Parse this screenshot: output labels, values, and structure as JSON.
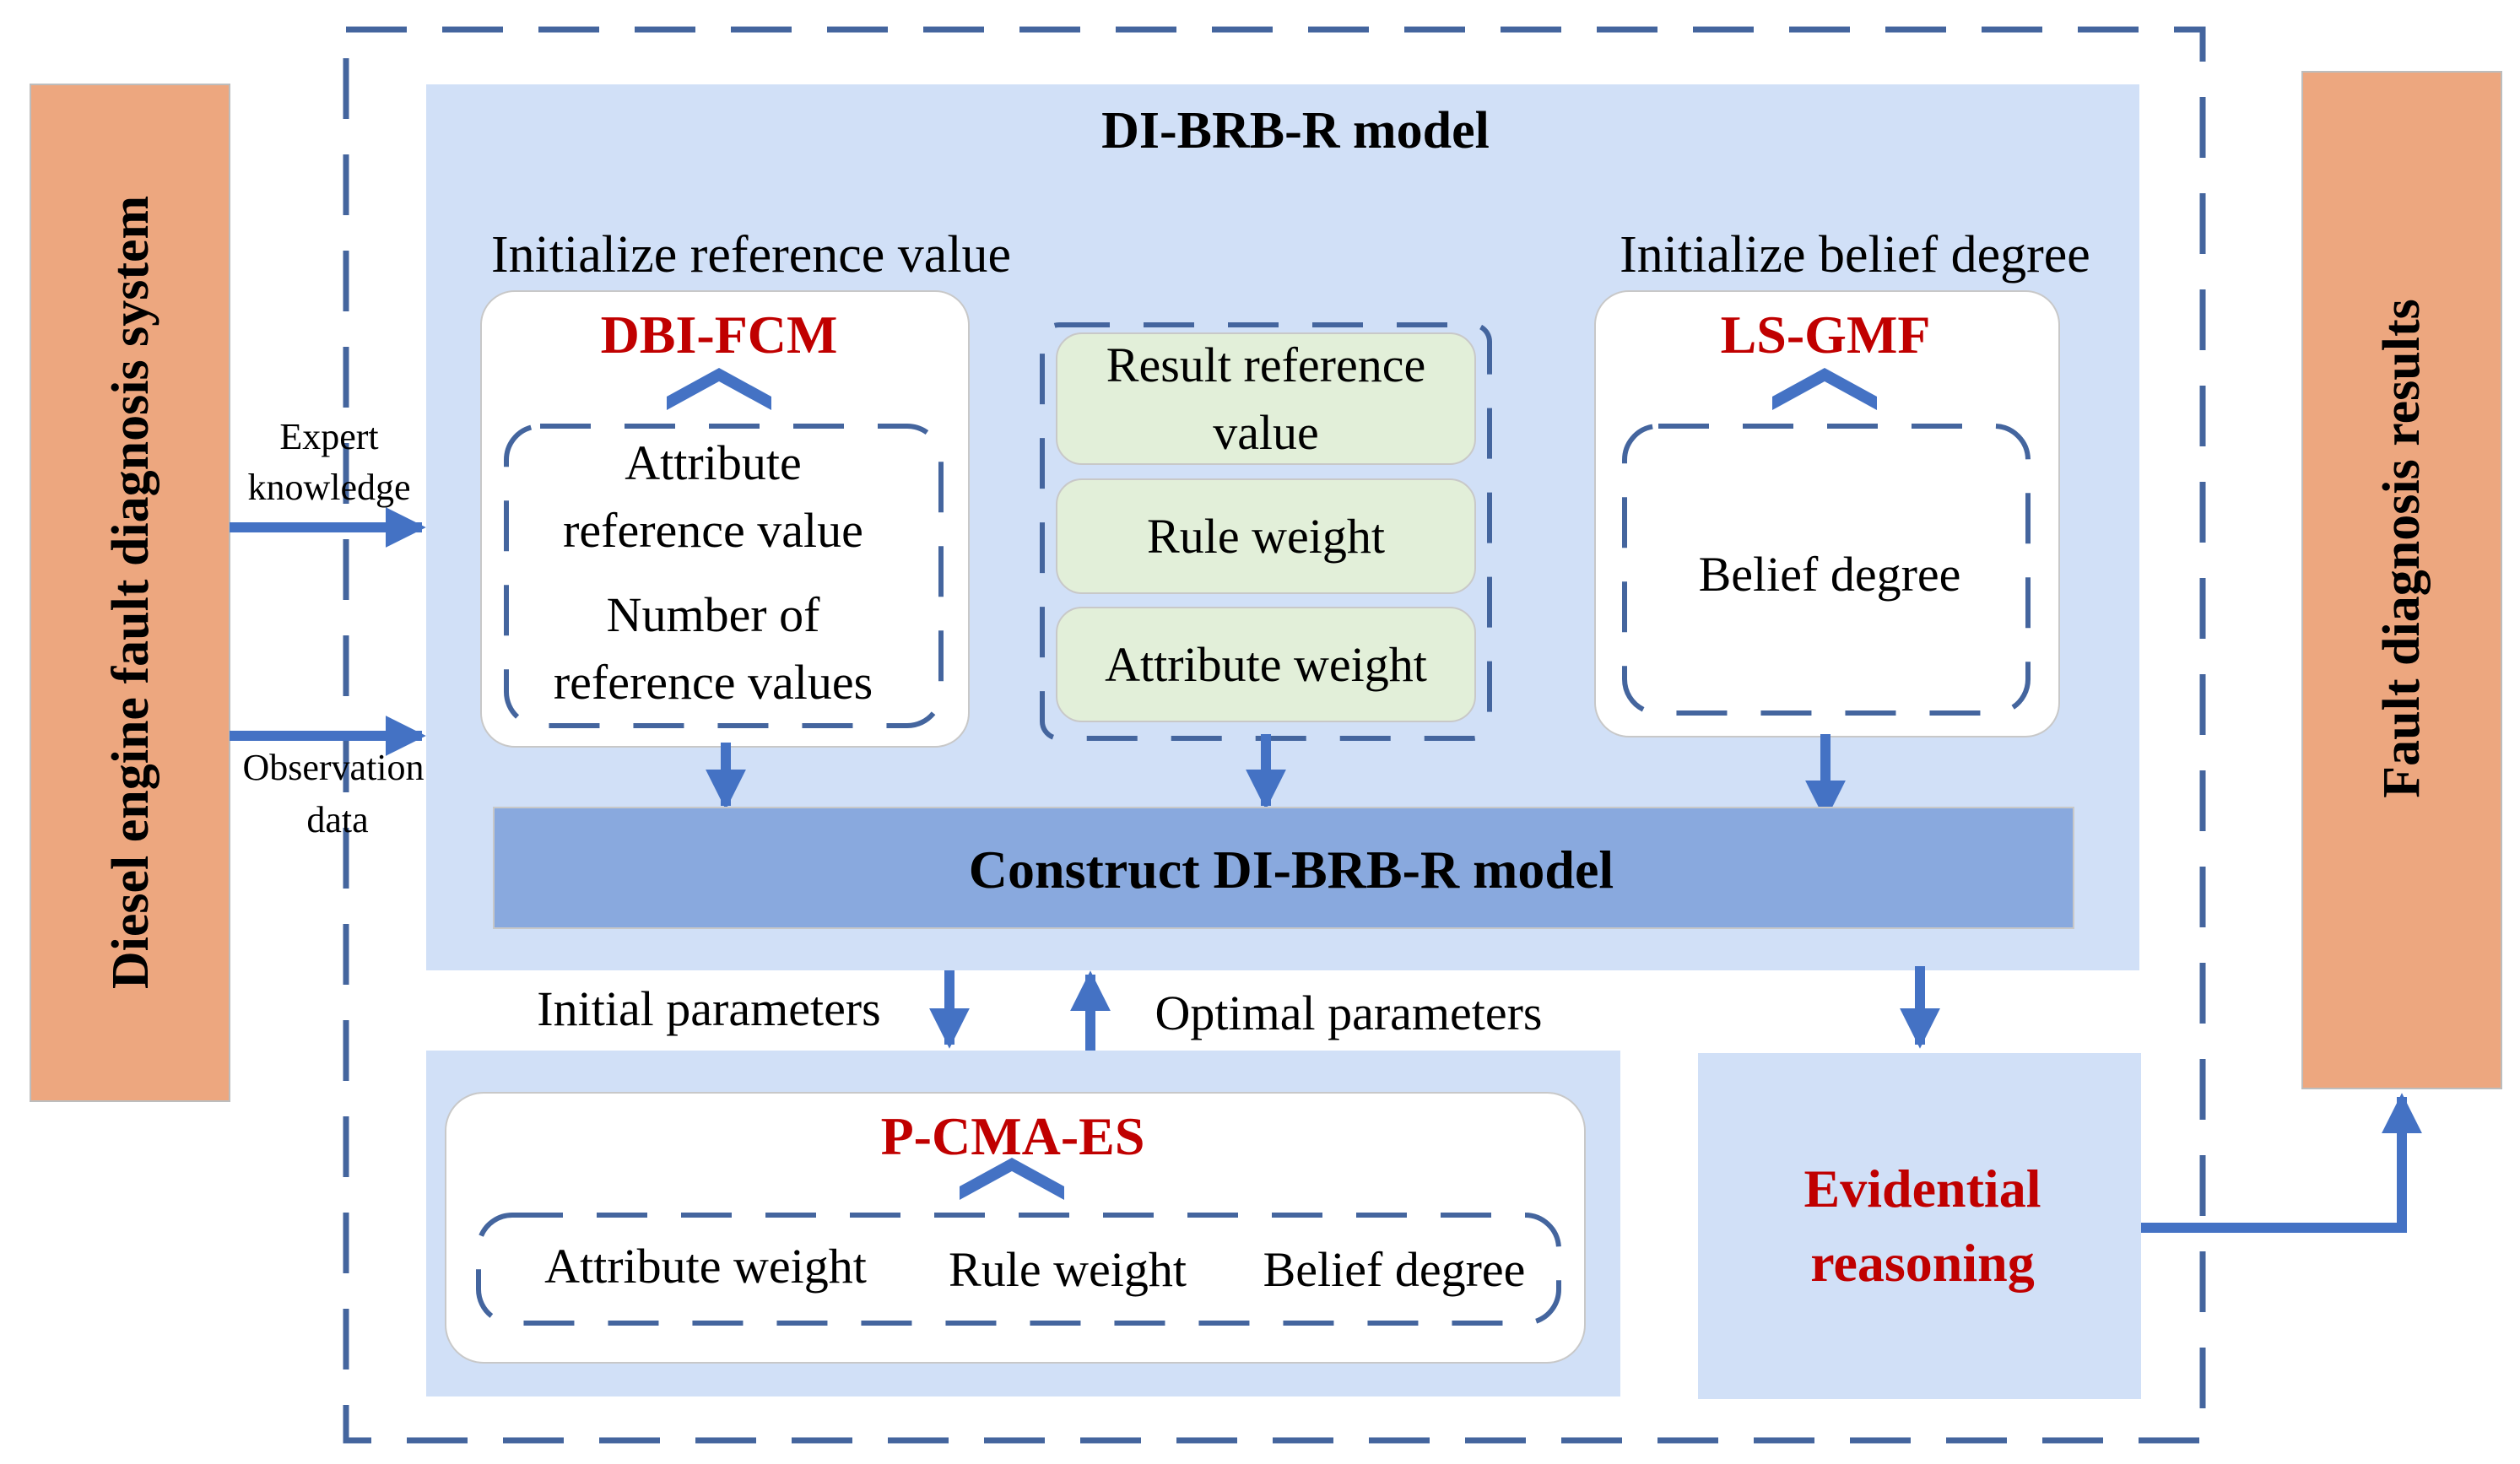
{
  "left_panel": {
    "label": "Diesel engine fault diagnosis system"
  },
  "right_panel": {
    "label": "Fault diagnosis results"
  },
  "inputs": {
    "expert_line1": "Expert",
    "expert_line2": "knowledge",
    "observation_line1": "Observation",
    "observation_line2": "data"
  },
  "model": {
    "title": "DI-BRB-R model",
    "init_ref_heading": "Initialize reference value",
    "init_belief_heading": "Initialize belief degree",
    "dbi_fcm": {
      "method": "DBI-FCM",
      "item1_line1": "Attribute",
      "item1_line2": "reference value",
      "item2_line1": "Number of",
      "item2_line2": "reference values"
    },
    "middle": {
      "item1_line1": "Result reference",
      "item1_line2": "value",
      "item2": "Rule weight",
      "item3": "Attribute weight"
    },
    "ls_gmf": {
      "method": "LS-GMF",
      "item": "Belief degree"
    },
    "construct": "Construct DI-BRB-R model"
  },
  "flows": {
    "initial": "Initial parameters",
    "optimal": "Optimal parameters"
  },
  "optimizer": {
    "method": "P-CMA-ES",
    "items": [
      "Attribute weight",
      "Rule weight",
      "Belief degree"
    ]
  },
  "reasoning": {
    "line1": "Evidential",
    "line2": "reasoning"
  },
  "colors": {
    "orange": "#EDA77F",
    "light_blue": "#D1E0F7",
    "mid_blue": "#89A9DE",
    "arrow_blue": "#4472C4",
    "dark_red": "#C00000",
    "green": "#E2EFD9"
  }
}
